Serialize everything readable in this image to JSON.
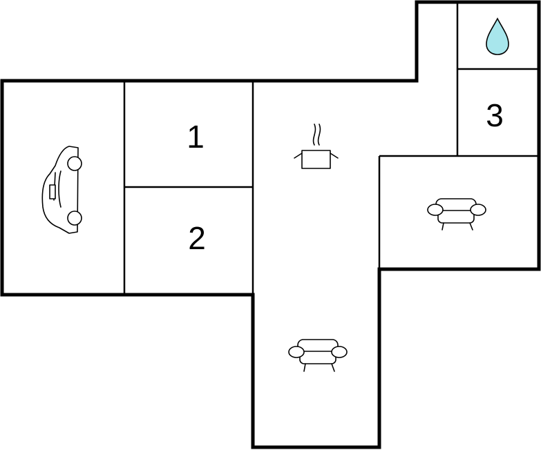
{
  "floorplan": {
    "rooms": [
      {
        "id": "garage",
        "icon": "car-icon"
      },
      {
        "id": "bedroom-1",
        "label": "1"
      },
      {
        "id": "bedroom-2",
        "label": "2"
      },
      {
        "id": "kitchen-living",
        "icon": "cooking-pot-icon"
      },
      {
        "id": "bathroom",
        "icon": "water-drop-icon"
      },
      {
        "id": "bedroom-3",
        "label": "3"
      },
      {
        "id": "living-room",
        "icon": "sofa-icon"
      },
      {
        "id": "lower-living",
        "icon": "sofa-icon"
      }
    ],
    "colors": {
      "wall": "#000000",
      "water_drop": "#a8e6ec",
      "background": "#ffffff"
    }
  }
}
